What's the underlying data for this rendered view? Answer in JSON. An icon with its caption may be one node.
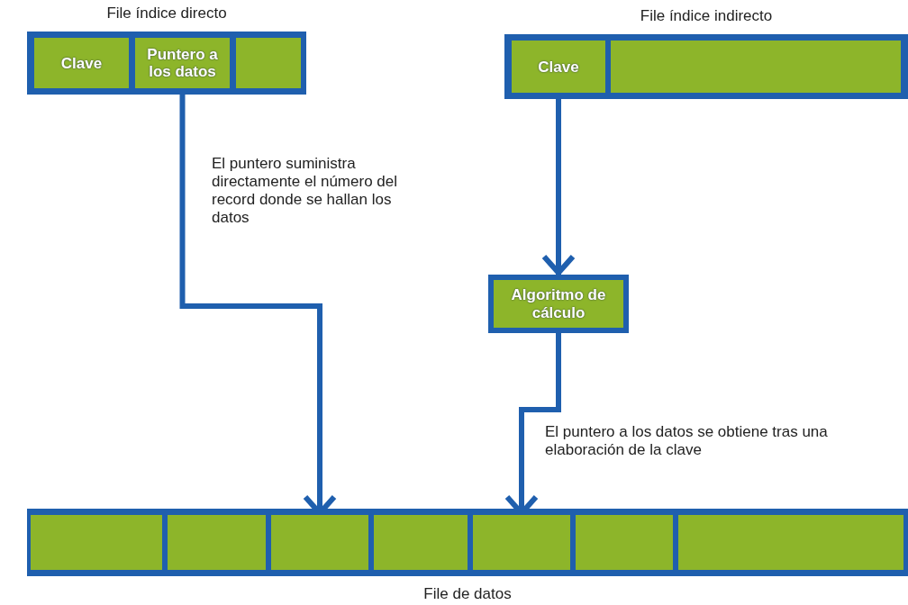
{
  "diagram": {
    "nodes": [
      {
        "text": [
          "File índice directo"
        ]
      },
      {
        "text": [
          "Clave"
        ],
        "in": 0
      },
      {
        "text": [
          "Puntero a los datos"
        ],
        "in": 0
      },
      {
        "text": [],
        "shape": "box",
        "in": 0
      },
      {
        "text": [
          "File índice indirecto"
        ]
      },
      {
        "text": [
          "Clave"
        ],
        "in": 4
      },
      {
        "text": [],
        "shape": "box",
        "in": 4
      },
      {
        "text": [
          "Algoritmo de cálculo"
        ]
      },
      {
        "text": [
          "File de datos"
        ]
      },
      {
        "text": [],
        "shape": "box",
        "in": 8
      },
      {
        "text": [],
        "shape": "box",
        "in": 8
      },
      {
        "text": [],
        "shape": "box",
        "in": 8
      },
      {
        "text": [],
        "shape": "box",
        "in": 8
      },
      {
        "text": [],
        "shape": "box",
        "in": 8
      },
      {
        "text": [],
        "shape": "box",
        "in": 8
      },
      {
        "text": [],
        "shape": "box",
        "in": 8
      }
    ],
    "edges": [
      {
        "from": 2,
        "to": 11,
        "arrow": "to",
        "label": "El puntero suministra directamente el número del record donde se hallan los datos"
      },
      {
        "from": 5,
        "to": 7,
        "arrow": "to"
      },
      {
        "from": 7,
        "to": 13,
        "arrow": "to",
        "label": "El puntero a los datos se obtiene tras una elaboración de la clave"
      }
    ]
  }
}
